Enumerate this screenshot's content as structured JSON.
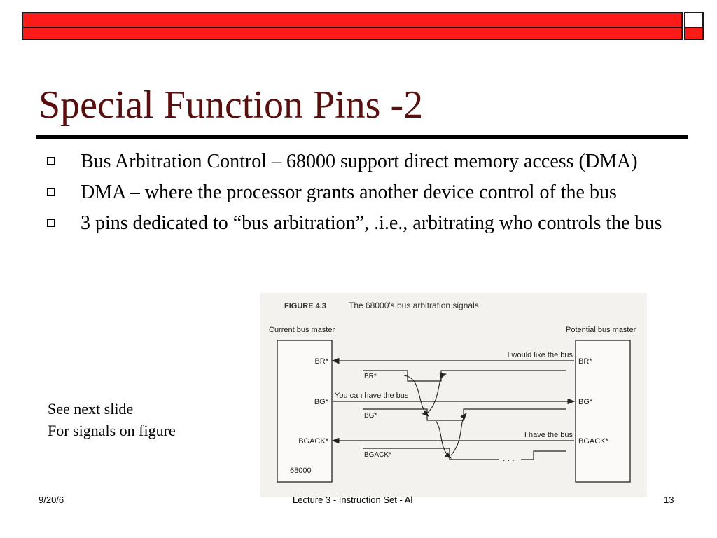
{
  "slide": {
    "title": "Special Function Pins -2",
    "bullets": [
      "Bus Arbitration Control – 68000 support direct memory access (DMA)",
      "DMA – where the processor grants another device control of the bus",
      "3 pins dedicated to “bus arbitration”, .i.e., arbitrating who controls the bus"
    ],
    "note_lines": [
      "See next slide",
      "For signals on figure"
    ]
  },
  "figure": {
    "caption_label": "FIGURE 4.3",
    "caption_text": "The 68000's bus arbitration signals",
    "current_master": "Current bus master",
    "potential_master": "Potential bus master",
    "left_pins": [
      "BR*",
      "BG*",
      "BGACK*"
    ],
    "right_pins": [
      "BR*",
      "BG*",
      "BGACK*"
    ],
    "chip": "68000",
    "messages": [
      "I would like the bus",
      "You can have the bus",
      "I have the bus"
    ],
    "wave_labels": [
      "BR*",
      "BG*",
      "BGACK*"
    ],
    "ellipsis": ". . ."
  },
  "footer": {
    "date": "9/20/6",
    "center": "Lecture 3 - Instruction Set - Al",
    "page": "13"
  }
}
